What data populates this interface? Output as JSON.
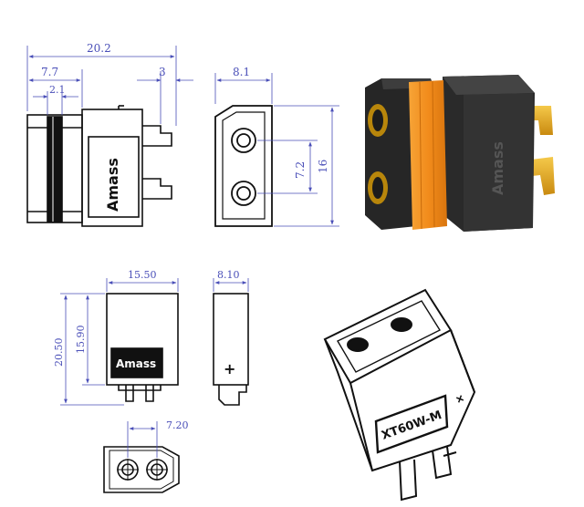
{
  "colors": {
    "dimension": "#4a4fb8",
    "outline": "#111111",
    "housing": "#2b2b2b",
    "housing_side": "#3a3a3a",
    "ring": "#f28c1c",
    "contact": "#e0a81c"
  },
  "dims": {
    "total_length": "20.2",
    "rear_length": "7.7",
    "ring_width": "2.1",
    "pin_length": "3",
    "front_width": "8.1",
    "pin_spacing": "7.2",
    "front_height": "16",
    "bottom_width": "15.50",
    "bottom_side_width": "8.10",
    "overall_height": "20.50",
    "body_height": "15.90",
    "end_pin_spacing": "7.20"
  },
  "labels": {
    "brand": "Amass",
    "model": "XT60W-M",
    "plus": "+"
  }
}
